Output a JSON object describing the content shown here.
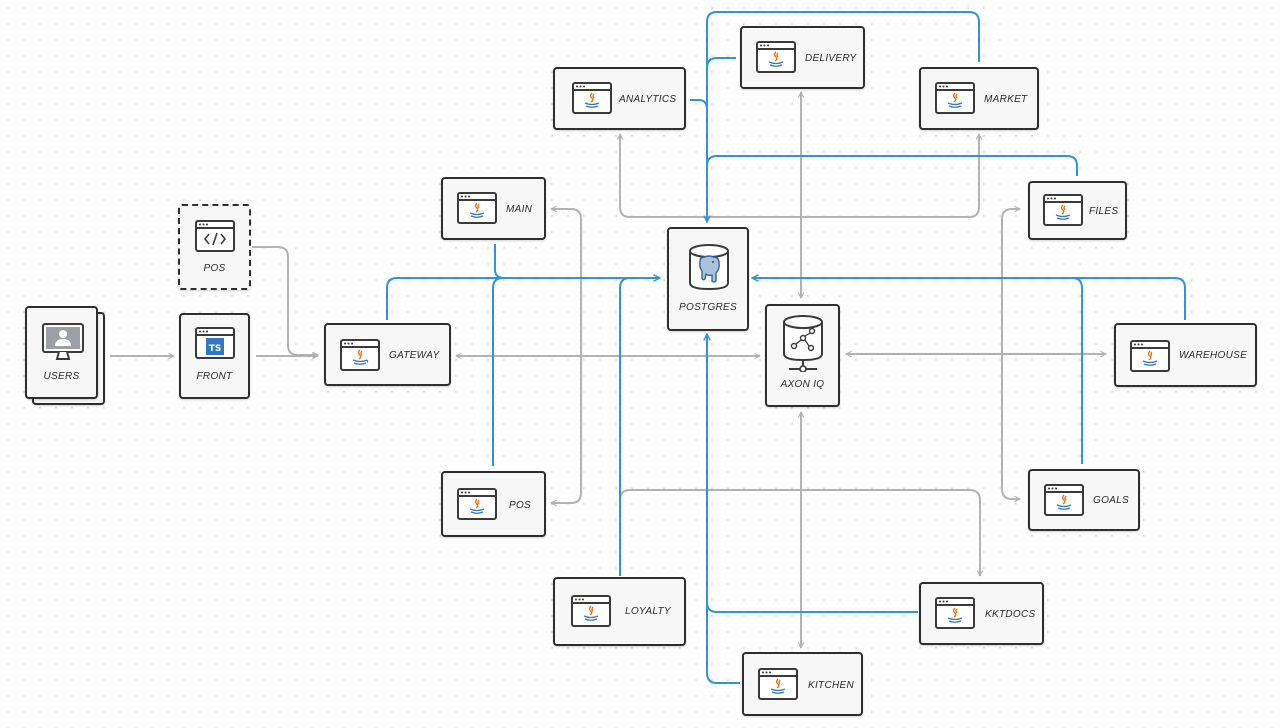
{
  "diagram": {
    "nodes": {
      "users": {
        "label": "USERS",
        "icon": "monitor-user-icon"
      },
      "front": {
        "label": "FRONT",
        "icon": "typescript-icon"
      },
      "pos_web": {
        "label": "POS",
        "icon": "code-window-icon"
      },
      "gateway": {
        "label": "GATEWAY",
        "icon": "java-window-icon"
      },
      "main": {
        "label": "MAIN",
        "icon": "java-window-icon"
      },
      "pos_service": {
        "label": "POS",
        "icon": "java-window-icon"
      },
      "analytics": {
        "label": "ANALYTICS",
        "icon": "java-window-icon"
      },
      "delivery": {
        "label": "DELIVERY",
        "icon": "java-window-icon"
      },
      "market": {
        "label": "MARKET",
        "icon": "java-window-icon"
      },
      "postgres": {
        "label": "POSTGRES",
        "icon": "postgres-database-icon"
      },
      "axon_iq": {
        "label": "AXON IQ",
        "icon": "axon-database-icon"
      },
      "files": {
        "label": "FILES",
        "icon": "java-window-icon"
      },
      "warehouse": {
        "label": "WAREHOUSE",
        "icon": "java-window-icon"
      },
      "goals": {
        "label": "GOALS",
        "icon": "java-window-icon"
      },
      "loyalty": {
        "label": "LOYALTY",
        "icon": "java-window-icon"
      },
      "kktdocs": {
        "label": "KKTDOCS",
        "icon": "java-window-icon"
      },
      "kitchen": {
        "label": "KITCHEN",
        "icon": "java-window-icon"
      }
    },
    "colors": {
      "message_link": "#b3b3b3",
      "database_link": "#2f95d8",
      "node_border": "#2e2e2e",
      "node_fill": "#f7f7f7"
    }
  }
}
